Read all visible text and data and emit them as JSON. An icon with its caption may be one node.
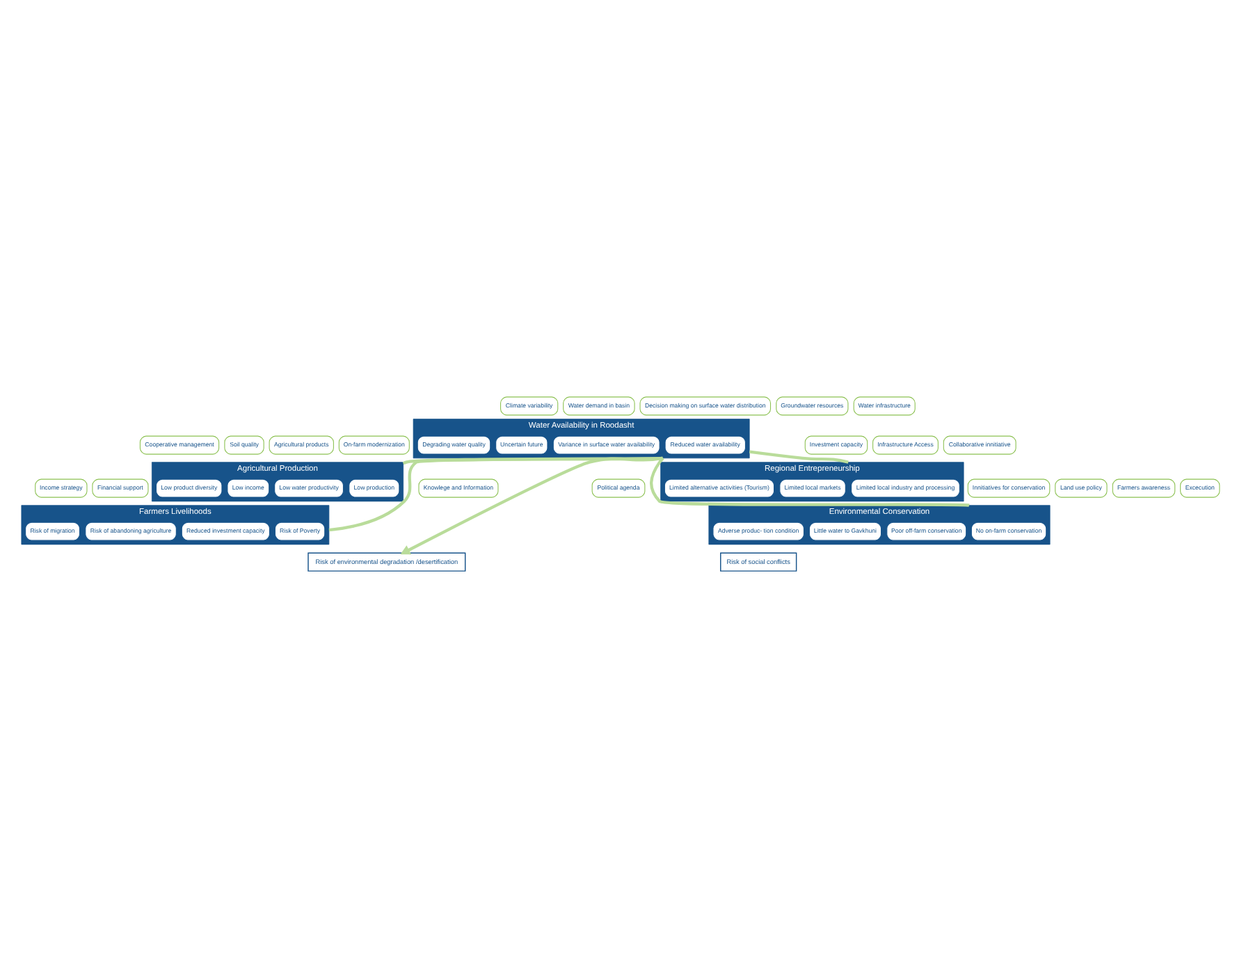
{
  "diagram": {
    "nodes": [
      {
        "text": [
          "Climate variability"
        ]
      },
      {
        "text": [
          "Water demand in basin"
        ]
      },
      {
        "text": [
          "Decision making on surface water distribution"
        ]
      },
      {
        "text": [
          "Groundwater resources"
        ]
      },
      {
        "text": [
          "Water infrastructure"
        ]
      },
      {
        "text": [
          "Water Availability in Roodasht"
        ]
      },
      {
        "text": [
          "Reduced water availability"
        ],
        "in": 5
      },
      {
        "text": [
          "Variance in surface water availability"
        ],
        "in": 5
      },
      {
        "text": [
          "Uncertain future"
        ],
        "in": 5
      },
      {
        "text": [
          "Degrading water quality"
        ],
        "in": 5
      },
      {
        "text": [
          "Soil quality"
        ]
      },
      {
        "text": [
          "Agricultural products"
        ]
      },
      {
        "text": [
          "On-farm modernization"
        ]
      },
      {
        "text": [
          "Cooperative management"
        ]
      },
      {
        "text": [
          "Infrastructure Access"
        ]
      },
      {
        "text": [
          "Collaborative innitiative"
        ]
      },
      {
        "text": [
          "Investment capacity"
        ]
      },
      {
        "text": [
          "Agricultural Production"
        ]
      },
      {
        "text": [
          "Low production"
        ],
        "in": 17
      },
      {
        "text": [
          "Low water productivity"
        ],
        "in": 17
      },
      {
        "text": [
          "Low income"
        ],
        "in": 17
      },
      {
        "text": [
          "Low product diversity"
        ],
        "in": 17
      },
      {
        "text": [
          "Regional Entrepreneurship"
        ]
      },
      {
        "text": [
          "Limited local industry and processing"
        ],
        "in": 22
      },
      {
        "text": [
          "Limited local markets"
        ],
        "in": 22
      },
      {
        "text": [
          "Limited alternative activities (Tourism)"
        ],
        "in": 22
      },
      {
        "text": [
          "Knowlege and Information"
        ]
      },
      {
        "text": [
          "Income strategy"
        ]
      },
      {
        "text": [
          "Financial support"
        ]
      },
      {
        "text": [
          "Innitiatives for conservation"
        ]
      },
      {
        "text": [
          "Land use policy"
        ]
      },
      {
        "text": [
          "Farmers awareness"
        ]
      },
      {
        "text": [
          "Excecution"
        ]
      },
      {
        "text": [
          "Political agenda"
        ]
      },
      {
        "text": [
          "Farmers Livelihoods"
        ]
      },
      {
        "text": [
          "Risk of Poverty"
        ],
        "in": 34
      },
      {
        "text": [
          "Reduced investment capacity"
        ],
        "in": 34
      },
      {
        "text": [
          "Risk of abandoning agriculture"
        ],
        "in": 34
      },
      {
        "text": [
          "Risk of migration"
        ],
        "in": 34
      },
      {
        "text": [
          "Environmental Conservation"
        ]
      },
      {
        "text": [
          "No on-farm conservation"
        ],
        "in": 39
      },
      {
        "text": [
          "Poor off-farm conservation"
        ],
        "in": 39
      },
      {
        "text": [
          "Little water to Gavkhuni"
        ],
        "in": 39
      },
      {
        "text": [
          "Adverse produc- tion condition"
        ],
        "in": 39
      },
      {
        "text": [
          "Risk of environmental degradation /desertification"
        ]
      },
      {
        "text": [
          "Risk of social conflicts"
        ]
      }
    ],
    "edges": [
      {
        "from": 5,
        "to": 17,
        "arrow": "none"
      },
      {
        "from": 5,
        "to": 22,
        "arrow": "none"
      },
      {
        "from": 5,
        "to": 34,
        "arrow": "none"
      },
      {
        "from": 5,
        "to": 39,
        "arrow": "none"
      },
      {
        "from": 5,
        "to": 44,
        "arrow": "to"
      }
    ]
  }
}
